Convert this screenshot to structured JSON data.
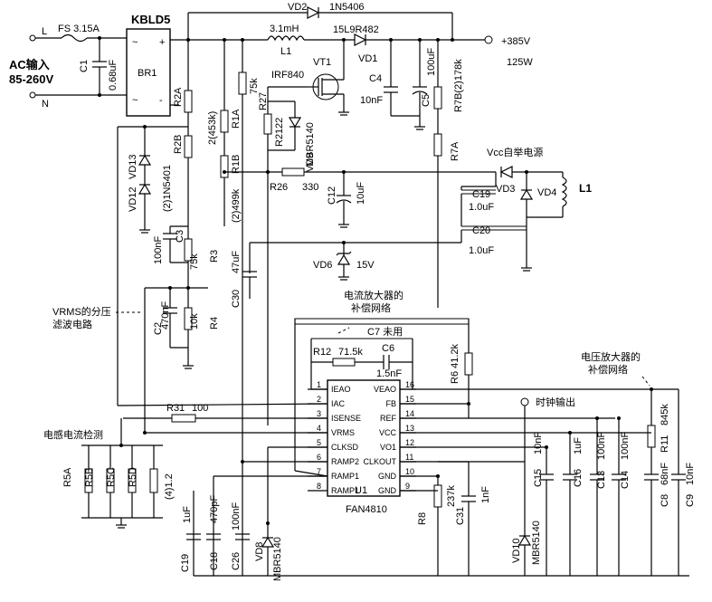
{
  "input": {
    "ac_label": "AC输入",
    "range": "85-260V",
    "L": "L",
    "N": "N",
    "fuse": "FS 3.15A",
    "C1": "C1",
    "C1v": "0.68uF"
  },
  "bridge": {
    "name": "KBLD5",
    "ref": "BR1",
    "plus": "+",
    "minus": "-",
    "ac1": "~",
    "ac2": "~"
  },
  "main": {
    "VD2": "VD2",
    "VD2v": "1N5406",
    "L1v": "3.1mH",
    "L1": "L1",
    "VD1v": "15L9R482",
    "VD1": "VD1",
    "out_v": "+385V",
    "out_p": "125W",
    "VT1": "VT1",
    "VT1v": "IRF840",
    "C4": "C4",
    "C4v": "10nF",
    "C5": "C5",
    "C5v": "100uF",
    "R7A": "R7A",
    "R7B": "R7B(2)178k",
    "R2A": "R2A",
    "R2B": "R2B",
    "R2v": "2(453k)",
    "R1A": "R1A",
    "R1B": "R1B",
    "R1v": "(2)499k",
    "R27": "R27",
    "R27v": "75k",
    "R21": "R21",
    "R21v": "22",
    "VD9": "VD9",
    "VD9v": "MBR5140",
    "R26": "R26",
    "R26v": "330",
    "C12": "C12",
    "C12v": "10uF",
    "VD12": "VD12",
    "VD13": "VD13",
    "VD1213v": "(2)1N5401",
    "C3": "C3",
    "C3v": "100nF",
    "R3": "R3",
    "R3v": "75k",
    "R4": "R4",
    "R4v": "10k",
    "C2": "C2",
    "C2v": "470nF",
    "C30": "C30",
    "C30v": "47uF",
    "VD6": "VD6",
    "VD6v": "15V"
  },
  "vcc": {
    "title": "Vcc自举电源",
    "VD3": "VD3",
    "VD4": "VD4",
    "L1": "L1",
    "C19": "C19",
    "C19v": "1.0uF",
    "C20": "C20",
    "C20v": "1.0uF"
  },
  "annotations": {
    "vrms": "VRMS的分压",
    "vrms2": "滤波电路",
    "current_comp": "电流放大器的",
    "current_comp2": "补偿网络",
    "voltage_comp": "电压放大器的",
    "voltage_comp2": "补偿网络",
    "sense": "电感电流检测",
    "clock": "时钟输出"
  },
  "comp": {
    "C7": "C7 未用",
    "R12": "R12",
    "R12v": "71.5k",
    "C6": "C6",
    "C6v": "1.5nF",
    "R6": "R6 41.2k",
    "R31": "R31",
    "R31v": "100"
  },
  "ic": {
    "ref": "U1",
    "name": "FAN4810",
    "left_pins": [
      {
        "n": "1",
        "name": "IEAO"
      },
      {
        "n": "2",
        "name": "IAC"
      },
      {
        "n": "3",
        "name": "ISENSE"
      },
      {
        "n": "4",
        "name": "VRMS"
      },
      {
        "n": "5",
        "name": "CLKSD"
      },
      {
        "n": "6",
        "name": "RAMP2"
      },
      {
        "n": "7",
        "name": "RAMP1"
      },
      {
        "n": "8",
        "name": "RAMP1"
      }
    ],
    "right_pins": [
      {
        "n": "16",
        "name": "VEAO"
      },
      {
        "n": "15",
        "name": "FB"
      },
      {
        "n": "14",
        "name": "REF"
      },
      {
        "n": "13",
        "name": "VCC"
      },
      {
        "n": "12",
        "name": "VO1"
      },
      {
        "n": "11",
        "name": "CLKOUT"
      },
      {
        "n": "10",
        "name": "GND"
      },
      {
        "n": "9",
        "name": "GND"
      }
    ]
  },
  "bottom": {
    "R5A": "R5A",
    "R5B": "R5B",
    "R5C": "R5C",
    "R5D": "R5D",
    "R5v": "(4)1.2",
    "C19": "C19",
    "C19v": "1uF",
    "C18": "C18",
    "C18v": "470pF",
    "C26": "C26",
    "C26v": "100nF",
    "VD8": "VD8",
    "VD8v": "MBR5140",
    "R8": "R8",
    "R8v": "237k",
    "C31": "C31",
    "C31v": "1nF",
    "VD10": "VD10",
    "VD10v": "MBR5140",
    "C15": "C15",
    "C15v": "10nF",
    "C16": "C16",
    "C16v": "1uF",
    "C13": "C13",
    "C13v": "100nF",
    "C14": "C14",
    "C14v": "100nF",
    "R11": "R11",
    "R11v": "845k",
    "C8": "C8",
    "C8v": "68nF",
    "C9": "C9",
    "C9v": "10nF"
  }
}
